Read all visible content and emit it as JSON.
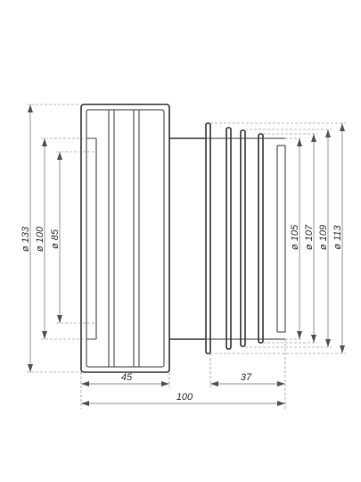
{
  "dimensions": {
    "d133": "ø 133",
    "d100": "ø 100",
    "d85": "ø 85",
    "d105": "ø 105",
    "d107": "ø 107",
    "d109": "ø 109",
    "d113": "ø 113",
    "len45": "45",
    "len37": "37",
    "len100": "100"
  },
  "colors": {
    "line": "#3a3a3a",
    "dimension": "#6b6b6b",
    "background": "#ffffff"
  }
}
